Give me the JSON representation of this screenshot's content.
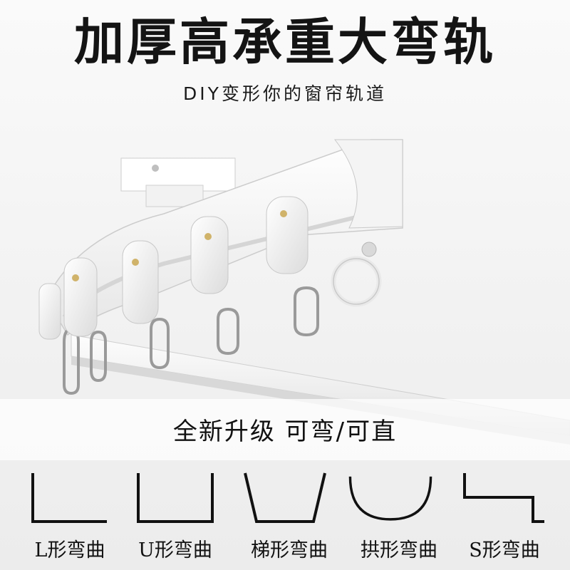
{
  "headline": "加厚高承重大弯轨",
  "subheadline": "DIY变形你的窗帘轨道",
  "band": {
    "text": "全新升级  可弯/可直"
  },
  "bend_types": [
    {
      "label": "L形弯曲",
      "icon": "l-bend-icon"
    },
    {
      "label": "U形弯曲",
      "icon": "u-bend-icon"
    },
    {
      "label": "梯形弯曲",
      "icon": "trapezoid-bend-icon"
    },
    {
      "label": "拱形弯曲",
      "icon": "arch-bend-icon"
    },
    {
      "label": "S形弯曲",
      "icon": "s-bend-icon"
    }
  ]
}
